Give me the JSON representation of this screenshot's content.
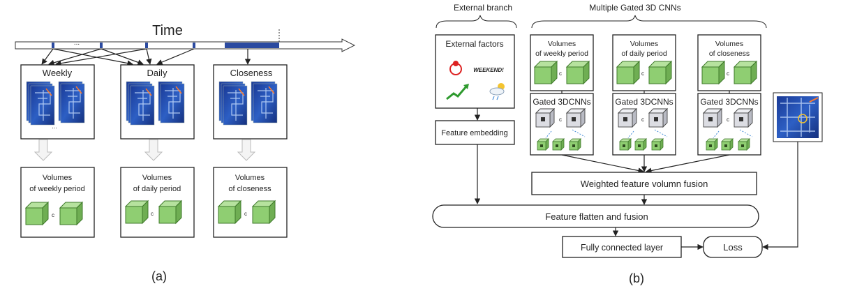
{
  "panel_a": {
    "time_label": "Time",
    "ellipsis": "...",
    "groups": [
      {
        "label": "Weekly",
        "volume_line1": "Volumes",
        "volume_line2": "of weekly period"
      },
      {
        "label": "Daily",
        "volume_line1": "Volumes",
        "volume_line2": "of daily period"
      },
      {
        "label": "Closeness",
        "volume_line1": "Volumes",
        "volume_line2": "of closeness"
      }
    ],
    "caption": "(a)"
  },
  "panel_b": {
    "external_branch_label": "External branch",
    "multiple_cnns_label": "Multiple Gated 3D CNNs",
    "external_factors_label": "External factors",
    "weekend_text": "WEEKEND!",
    "feature_embedding_label": "Feature embedding",
    "volumes": [
      {
        "line1": "Volumes",
        "line2": "of weekly period"
      },
      {
        "line1": "Volumes",
        "line2": "of daily period"
      },
      {
        "line1": "Volumes",
        "line2": "of closeness"
      }
    ],
    "gated_label": "Gated 3DCNNs",
    "c_symbol": "c",
    "weighted_fusion_label": "Weighted feature volumn fusion",
    "flatten_fusion_label": "Feature flatten and fusion",
    "fully_connected_label": "Fully connected layer",
    "loss_label": "Loss",
    "caption": "(b)"
  },
  "colors": {
    "cube_green": "#8fce72",
    "cube_dark": "#3f7a2b",
    "cube_gray": "#dcdde3",
    "heatmap_blue": "#1b3f9c",
    "timeline_blue": "#2b4aa0",
    "connector_blue": "#4a90d9"
  }
}
